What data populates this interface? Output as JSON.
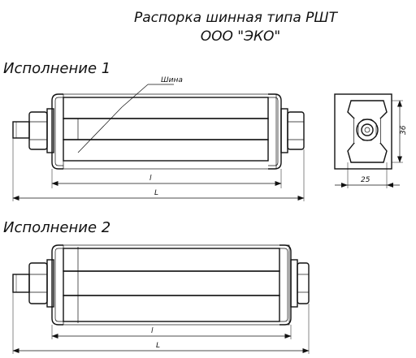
{
  "title": {
    "line1": "Распорка шинная типа РШТ",
    "line2": "ООО \"ЭКО\""
  },
  "variant1": {
    "heading": "Исполнение 1",
    "callout": "Шина",
    "dim_inner": "l",
    "dim_overall": "L"
  },
  "variant2": {
    "heading": "Исполнение 2",
    "dim_inner": "l",
    "dim_overall": "L"
  },
  "end_view": {
    "dim_height": "36",
    "dim_width": "25"
  }
}
